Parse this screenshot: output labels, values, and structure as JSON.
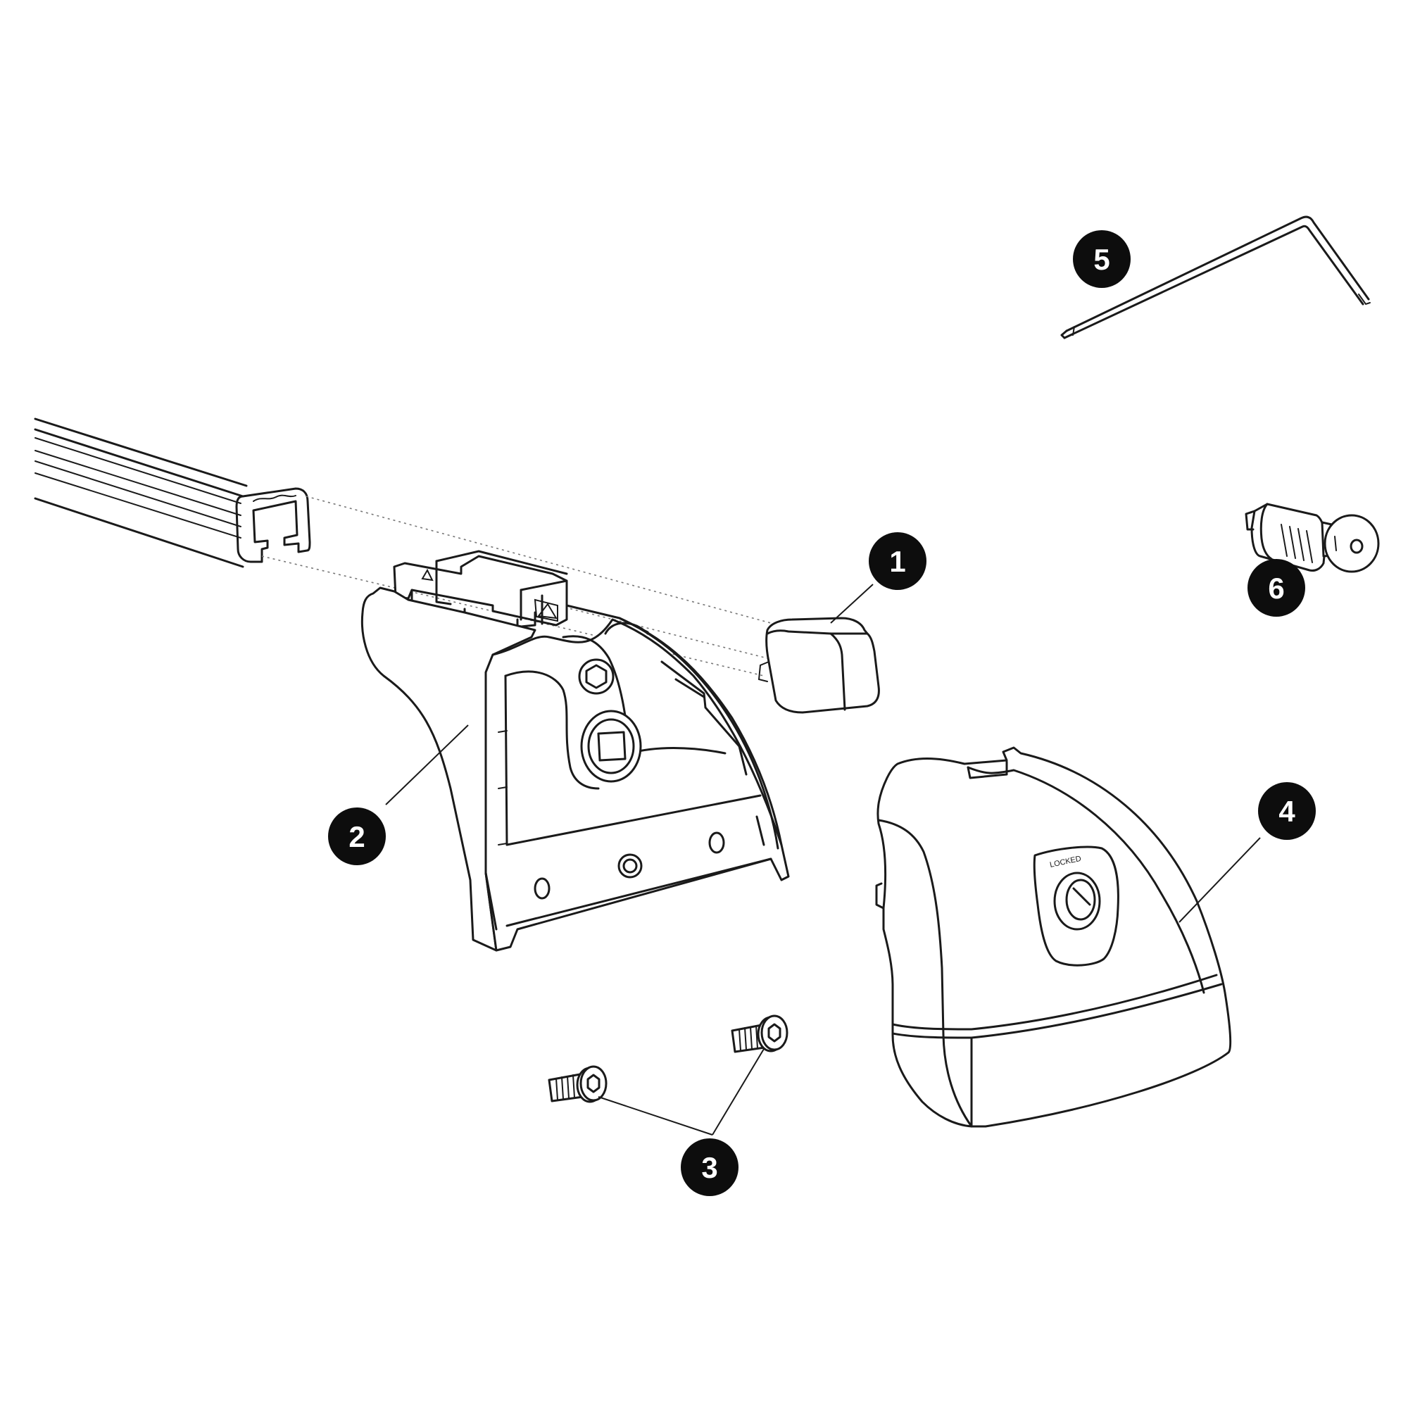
{
  "callouts": [
    {
      "label": "1"
    },
    {
      "label": "2"
    },
    {
      "label": "3"
    },
    {
      "label": "4"
    },
    {
      "label": "5"
    },
    {
      "label": "6"
    }
  ],
  "cover": {
    "lock_marking": "LOCKED"
  },
  "colors": {
    "line": "#1a1a1a",
    "badge": "#0d0d0d",
    "background": "#ffffff"
  }
}
